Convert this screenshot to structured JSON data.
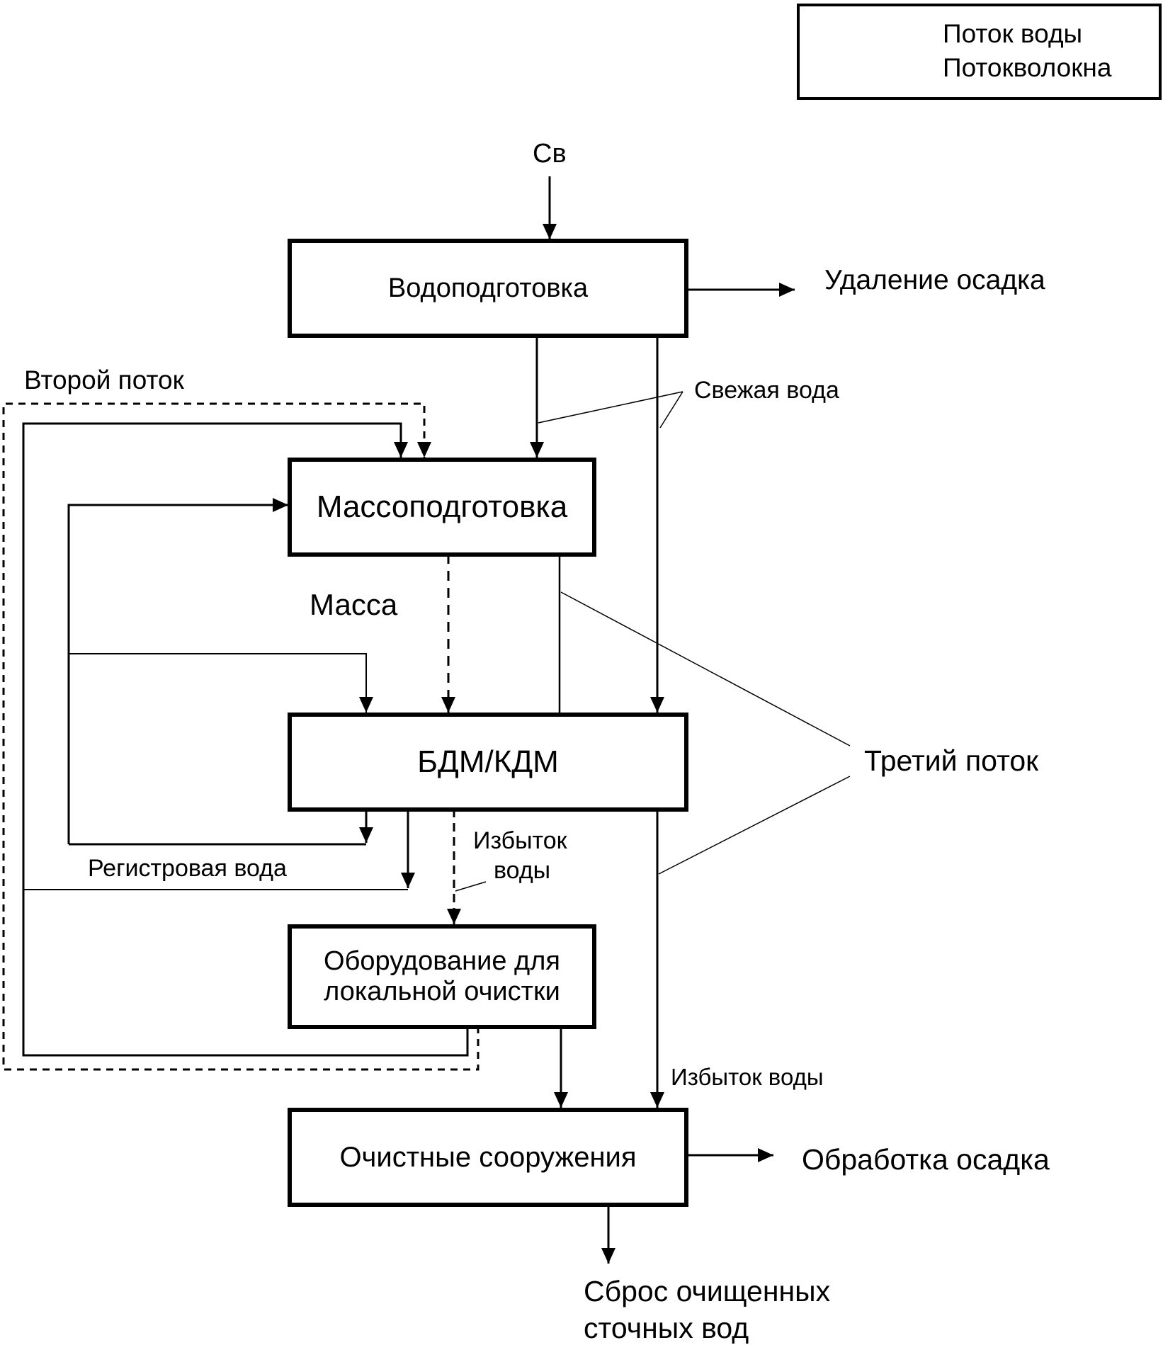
{
  "legend": {
    "items": [
      {
        "label": "Поток воды",
        "style": "solid"
      },
      {
        "label": "Потокволокна",
        "style": "dashed"
      }
    ]
  },
  "nodes": {
    "water_treatment": "Водоподготовка",
    "stock_preparation": "Массоподготовка",
    "paper_machine": "БДМ/КДМ",
    "local_treatment": [
      "Оборудование для",
      "локальной очистки"
    ],
    "wastewater_plant": "Очистные сооружения"
  },
  "labels": {
    "fresh_input": "Св",
    "sludge_removal": "Удаление осадка",
    "fresh_water": "Свежая вода",
    "second_loop": "Второй поток",
    "stock": "Масса",
    "third_loop": "Третий поток",
    "excess_water_split": [
      "Избыток",
      "воды"
    ],
    "register_water": "Регистровая вода",
    "excess_water": "Избыток воды",
    "sludge_processing": "Обработка осадка",
    "discharge": [
      "Сброс очищенных",
      "сточных вод"
    ]
  },
  "colors": {
    "stroke": "#000000",
    "background": "#ffffff"
  }
}
